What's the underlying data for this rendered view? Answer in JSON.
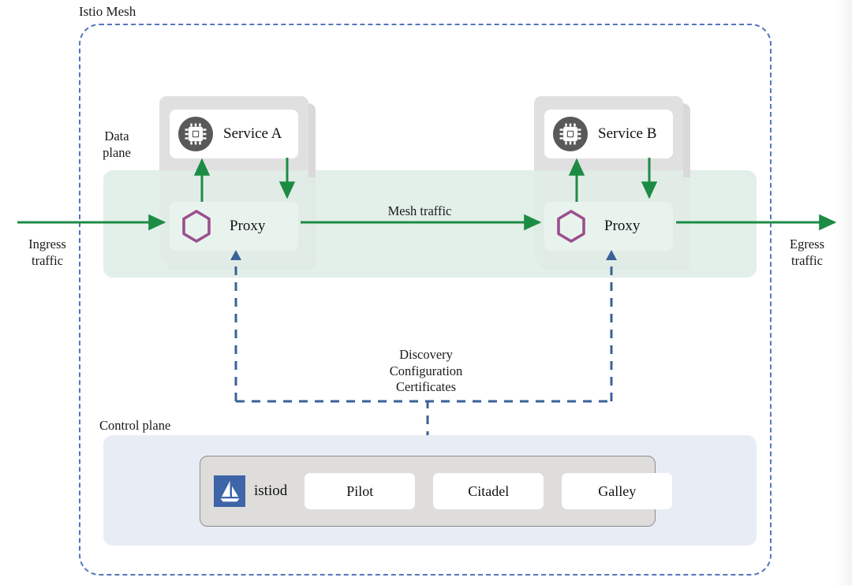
{
  "diagram": {
    "title": "Istio Mesh",
    "data_plane_label": "Data\nplane",
    "control_plane_label": "Control plane"
  },
  "traffic": {
    "ingress": "Ingress\ntraffic",
    "egress": "Egress\ntraffic",
    "mesh": "Mesh traffic",
    "xds": "Discovery\nConfiguration\nCertificates"
  },
  "pods": [
    {
      "id": "pod-a",
      "service_label": "Service A",
      "service_icon": "cpu-chip-icon",
      "proxy_label": "Proxy",
      "proxy_icon": "hexagon-icon"
    },
    {
      "id": "pod-b",
      "service_label": "Service B",
      "service_icon": "cpu-chip-icon",
      "proxy_label": "Proxy",
      "proxy_icon": "hexagon-icon"
    }
  ],
  "control_plane": {
    "brand_label": "istiod",
    "brand_icon": "istio-sailboat-icon",
    "components": [
      "Pilot",
      "Citadel",
      "Galley"
    ]
  },
  "colors": {
    "mesh_boundary": "#5376be",
    "data_plane_band": "#e3efe9",
    "control_plane_panel": "#e8ecf5",
    "traffic_arrow_green": "#1c8c44",
    "control_arrow_blue": "#3a6198",
    "proxy_hexagon_purple": "#9b4f8e",
    "service_icon_gray": "#595959",
    "istio_logo_blue": "#3d65a8",
    "pod_gray": "#e0e0e0"
  }
}
